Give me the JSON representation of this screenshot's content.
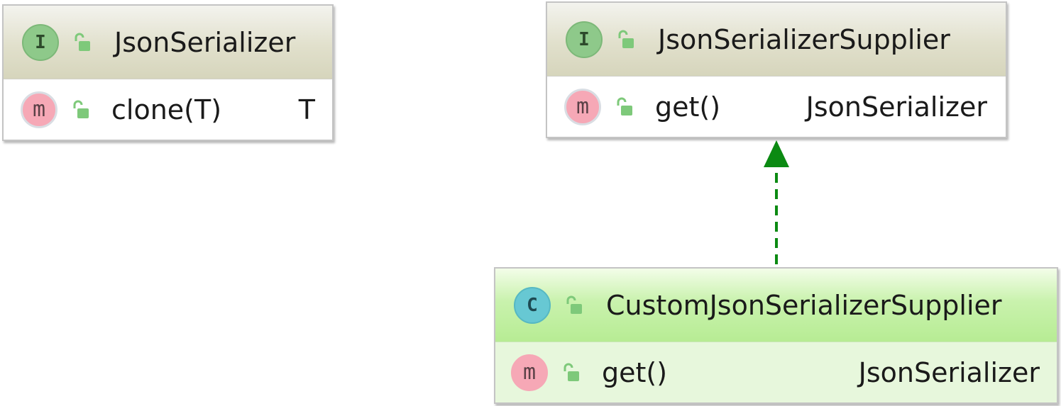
{
  "classes": {
    "json_serializer": {
      "kind_badge": "I",
      "name": "JsonSerializer",
      "methods": [
        {
          "badge": "m",
          "name": "clone(T)",
          "returns": "T"
        }
      ]
    },
    "json_serializer_supplier": {
      "kind_badge": "I",
      "name": "JsonSerializerSupplier",
      "methods": [
        {
          "badge": "m",
          "name": "get()",
          "returns": "JsonSerializer"
        }
      ]
    },
    "custom_json_serializer_supplier": {
      "kind_badge": "C",
      "name": "CustomJsonSerializerSupplier",
      "methods": [
        {
          "badge": "m",
          "name": "get()",
          "returns": "JsonSerializer"
        }
      ]
    }
  },
  "relations": [
    {
      "type": "implements",
      "from": "CustomJsonSerializerSupplier",
      "to": "JsonSerializerSupplier",
      "color": "#0b8a12",
      "style": "dashed"
    }
  ],
  "icons": {
    "interface": "interface-badge-icon",
    "class": "class-badge-icon",
    "method": "method-badge-icon",
    "visibility": "public-lock-icon"
  },
  "colors": {
    "interface_header": "#e1e0cc",
    "class_header": "#c9f2ad",
    "class_body": "#e7f7dc",
    "interface_badge": "#8ec98a",
    "class_badge": "#67c8d3",
    "method_badge": "#f6a8b6",
    "arrow": "#0b8a12"
  }
}
